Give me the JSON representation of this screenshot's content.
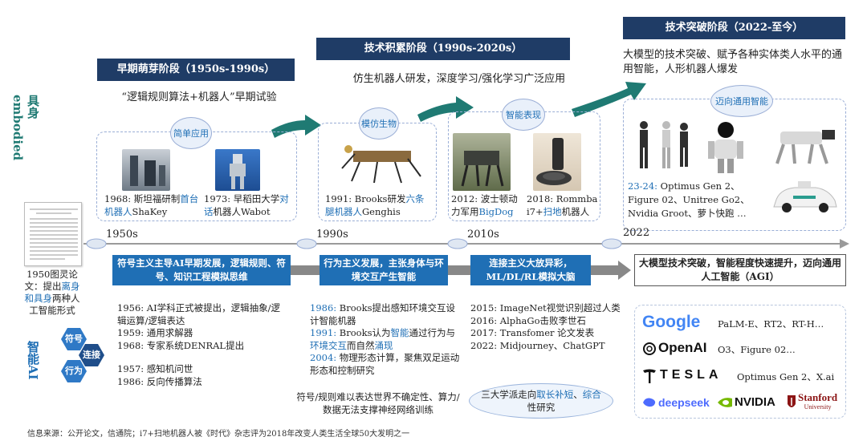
{
  "side_labels": {
    "embodied": "具身embodied",
    "ai": "智能AI"
  },
  "stages": {
    "early": {
      "title": "早期萌芽阶段（1950s-1990s）",
      "subtitle": "“逻辑规则算法+机器人”早期试验",
      "bubble": "简单应用"
    },
    "accum": {
      "title": "技术积累阶段（1990s-2020s）",
      "subtitle": "仿生机器人研发，深度学习/强化学习广泛应用",
      "bubble1": "模仿生物",
      "bubble2": "智能表现"
    },
    "breakthrough": {
      "title": "技术突破阶段（2022-至今）",
      "subtitle": "大模型的技术突破、赋予各种实体类人水平的通用智能，人形机器人爆发",
      "bubble": "迈向通用智能"
    }
  },
  "robot_items": {
    "r1968": {
      "pre": "1968: 斯坦福研制",
      "hl": "首台机器人",
      "post": "ShaKey"
    },
    "r1973": {
      "pre": "1973: 早稻田大学",
      "hl": "对话",
      "post": "机器人Wabot"
    },
    "r1991": {
      "pre": "1991: Brooks研发",
      "hl": "六条腿机器人",
      "post": "Genghis"
    },
    "r2012": {
      "pre": "2012: 波士顿动力军用",
      "hl": "BigDog"
    },
    "r2018": {
      "pre": "2018: Rommba i7+",
      "hl": "扫地",
      "post": "机器人"
    },
    "r2324": {
      "pre": "23-24:",
      "post": " Optimus Gen 2、Figure 02、Unitree Go2、Nvidia Groot、萝卜快跑 …"
    }
  },
  "timeline": {
    "t1": "1950s",
    "t2": "1990s",
    "t3": "2010s",
    "t4": "2022"
  },
  "paper": {
    "caption_pre": "1950图灵论文：提出",
    "hl1": "离身和具身",
    "caption_post": "两种人工智能形式"
  },
  "schools": {
    "s1": "符号",
    "s2": "连接",
    "s3": "行为"
  },
  "bar": {
    "seg1": "符号主义主导AI早期发展，逻辑规则、符号、知识工程模拟思维",
    "seg2": "行为主义发展，主张身体与环境交互产生智能",
    "seg3": "连接主义大放异彩，ML/DL/RL模拟大脑",
    "seg4": "大模型技术突破，智能程度快速提升，迈向通用人工智能（AGI）"
  },
  "list1": [
    "1956: AI学科正式被提出，逻辑抽象/逻辑运算/逻辑表达",
    "1959: 通用求解器",
    "1968: 专家系统DENRAL提出",
    "1957: 感知机问世",
    "1986: 反向传播算法"
  ],
  "list2": {
    "a": {
      "year": "1986:",
      "text": " Brooks提出感知环境交互设计智能机器"
    },
    "b": {
      "year": "1991:",
      "pre": " Brooks认为",
      "hl1": "智能",
      "mid": "通过行为与",
      "hl2": "环境交互",
      "mid2": "而自然",
      "hl3": "涌现"
    },
    "c": {
      "year": "2004:",
      "text": " 物理形态计算，聚焦双足运动形态和控制研究"
    }
  },
  "list2_note": "符号/规则难以表达世界不确定性、算力/数据无法支撑神经网络训练",
  "list3": [
    "2015: ImageNet视觉识别超过人类",
    "2016: AlphaGo击败李世石",
    "2017: Transfomer 论文发表",
    "2022: Midjourney、ChatGPT"
  ],
  "ellipse": {
    "pre": "三大学派走向",
    "hl1": "取长补短",
    "sep": "、",
    "hl2": "综合",
    "post": "性研究"
  },
  "companies": [
    {
      "name": "Google",
      "models": "PaLM-E、RT2、RT-H…"
    },
    {
      "name": "OpenAI",
      "models": "O3、Figure 02…"
    },
    {
      "name": "TESLA",
      "models": "Optimus Gen 2、X.ai"
    }
  ],
  "logos": {
    "deepseek": "deepseek",
    "nvidia": "NVIDIA",
    "stanford": "Stanford",
    "stanford_sub": "University"
  },
  "source": "信息来源：公开论文，信通院；i7+扫地机器人被《时代》杂志评为2018年改变人类生活全球50大发明之一",
  "colors": {
    "navy": "#1f3c66",
    "accent": "#1f6fb5",
    "teal": "#1f7a73",
    "gray_bar": "#777777"
  }
}
